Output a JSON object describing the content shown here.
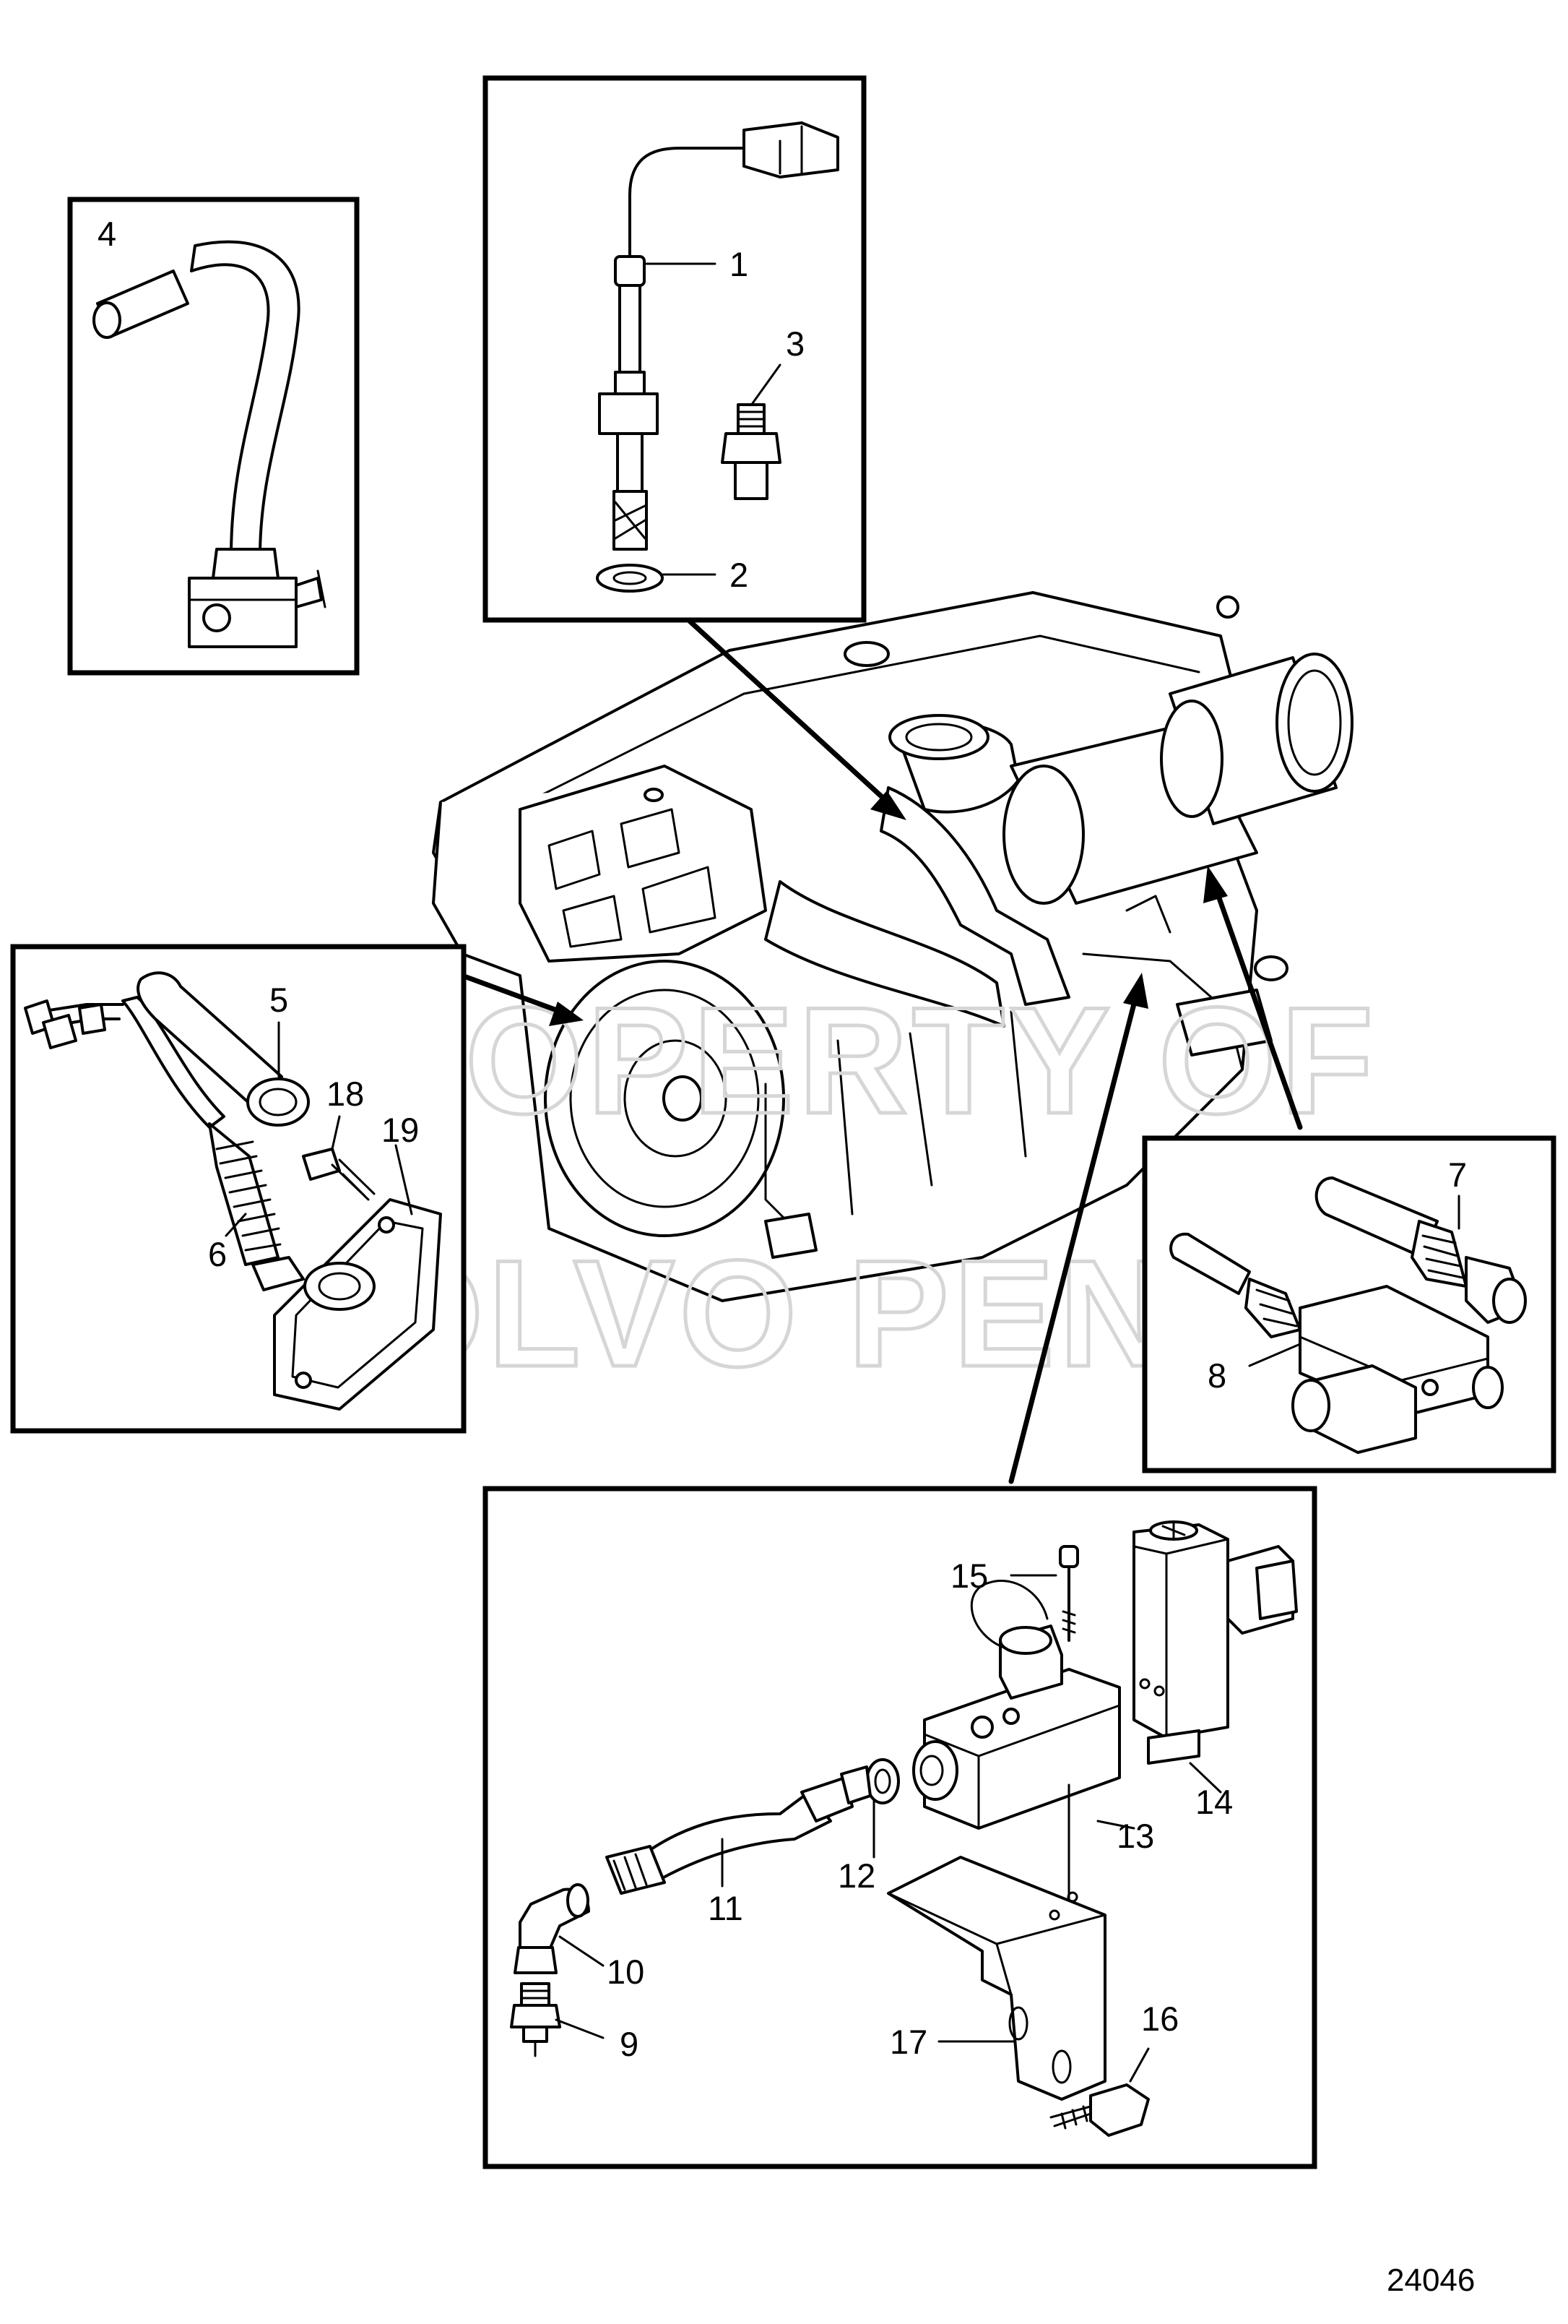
{
  "watermark": {
    "line1": "PROPERTY OF",
    "line2": "VOLVO PENTA"
  },
  "figure_number": "24046",
  "callouts": {
    "c1": "1",
    "c2": "2",
    "c3": "3",
    "c4": "4",
    "c5": "5",
    "c6": "6",
    "c7": "7",
    "c8": "8",
    "c9": "9",
    "c10": "10",
    "c11": "11",
    "c12": "12",
    "c13": "13",
    "c14": "14",
    "c15": "15",
    "c16": "16",
    "c17": "17",
    "c18": "18",
    "c19": "19"
  }
}
